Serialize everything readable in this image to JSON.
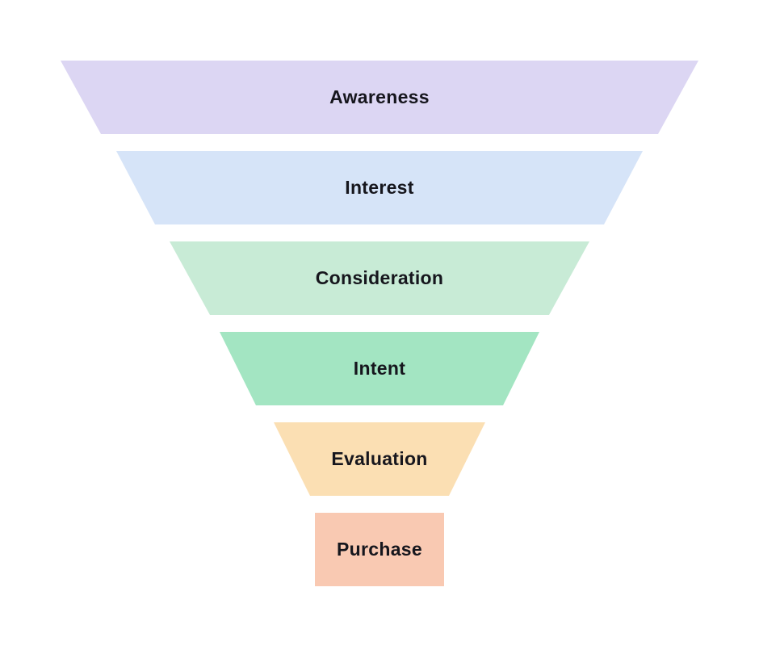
{
  "diagram": {
    "type": "funnel",
    "background": "#ffffff",
    "text_color": "#16161d",
    "stages": [
      {
        "label": "Awareness",
        "color": "#dcd6f3",
        "top_width": 790,
        "bottom_width": 690
      },
      {
        "label": "Interest",
        "color": "#d6e4f8",
        "top_width": 652,
        "bottom_width": 556
      },
      {
        "label": "Consideration",
        "color": "#c8ebd6",
        "top_width": 520,
        "bottom_width": 420
      },
      {
        "label": "Intent",
        "color": "#a3e5c2",
        "top_width": 396,
        "bottom_width": 306
      },
      {
        "label": "Evaluation",
        "color": "#fbdfb3",
        "top_width": 262,
        "bottom_width": 172
      },
      {
        "label": "Purchase",
        "color": "#f9c9b2",
        "top_width": 160,
        "bottom_width": 160
      }
    ]
  }
}
